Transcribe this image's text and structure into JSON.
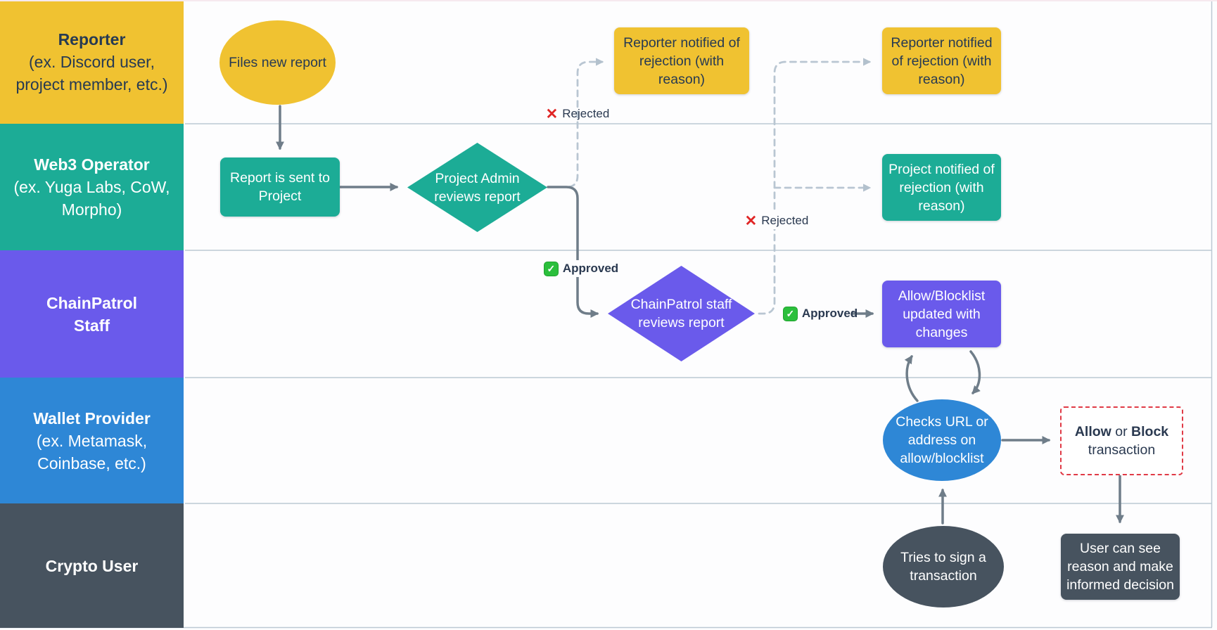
{
  "lanes": [
    {
      "title": "Reporter",
      "subtitle": "(ex. Discord user,\nproject member, etc.)",
      "color": "#F0C231",
      "text_color": "#273A52"
    },
    {
      "title": "Web3 Operator",
      "subtitle": "(ex. Yuga Labs, CoW,\nMorpho)",
      "color": "#1CAC96",
      "text_color": "#FFFFFF"
    },
    {
      "title": "ChainPatrol\nStaff",
      "subtitle": "",
      "color": "#6A5AEB",
      "text_color": "#FFFFFF"
    },
    {
      "title": "Wallet Provider",
      "subtitle": "(ex. Metamask,\nCoinbase, etc.)",
      "color": "#2E87D6",
      "text_color": "#FFFFFF"
    },
    {
      "title": "Crypto User",
      "subtitle": "",
      "color": "#47535F",
      "text_color": "#FFFFFF"
    }
  ],
  "nodes": {
    "files_new_report": {
      "text": "Files new report",
      "shape": "ellipse",
      "color": "#F0C231"
    },
    "report_sent": {
      "text": "Report is sent to\nProject",
      "shape": "rect",
      "color": "#1CAC96"
    },
    "project_admin_reviews": {
      "text": "Project Admin\nreviews report",
      "shape": "diamond",
      "color": "#1CAC96"
    },
    "reporter_notified_1": {
      "text": "Reporter notified of\nrejection (with\nreason)",
      "shape": "rect",
      "color": "#F0C231"
    },
    "reporter_notified_2": {
      "text": "Reporter notified\nof rejection (with\nreason)",
      "shape": "rect",
      "color": "#F0C231"
    },
    "project_notified": {
      "text": "Project notified of\nrejection (with\nreason)",
      "shape": "rect",
      "color": "#1CAC96"
    },
    "chainpatrol_reviews": {
      "text": "ChainPatrol staff\nreviews report",
      "shape": "diamond",
      "color": "#6A5AEB"
    },
    "allow_blocklist_updated": {
      "text": "Allow/Blocklist\nupdated with\nchanges",
      "shape": "rect",
      "color": "#6A5AEB"
    },
    "checks_url": {
      "text": "Checks URL or\naddress on\nallow/blocklist",
      "shape": "ellipse",
      "color": "#2E87D6"
    },
    "allow_or_block": {
      "allow": "Allow",
      "or": " or ",
      "block": "Block",
      "line2": "transaction",
      "shape": "dashed-rect",
      "border_color": "#E03A46"
    },
    "tries_to_sign": {
      "text": "Tries to sign a\ntransaction",
      "shape": "ellipse",
      "color": "#47535F"
    },
    "user_can_see": {
      "text": "User can see\nreason and make\ninformed decision",
      "shape": "rect",
      "color": "#47535F"
    }
  },
  "edge_labels": {
    "rejected_project": {
      "icon": "✕",
      "text": "Rejected"
    },
    "approved_project": {
      "icon": "✓",
      "text": "Approved"
    },
    "rejected_chainpatrol": {
      "icon": "✕",
      "text": "Rejected"
    },
    "approved_chainpatrol": {
      "icon": "✓",
      "text": "Approved"
    }
  },
  "colors": {
    "lane_yellow": "#F0C231",
    "lane_teal": "#1CAC96",
    "lane_purple": "#6A5AEB",
    "lane_blue": "#2E87D6",
    "lane_dark": "#47535F",
    "text_navy": "#2A3950",
    "arrow_solid": "#6F7D89",
    "arrow_dashed": "#B9C6D2",
    "lane_line": "#BCC9D3",
    "rejected_red": "#E02525",
    "approved_green": "#2BBF3C",
    "outline_red": "#E03A46"
  }
}
